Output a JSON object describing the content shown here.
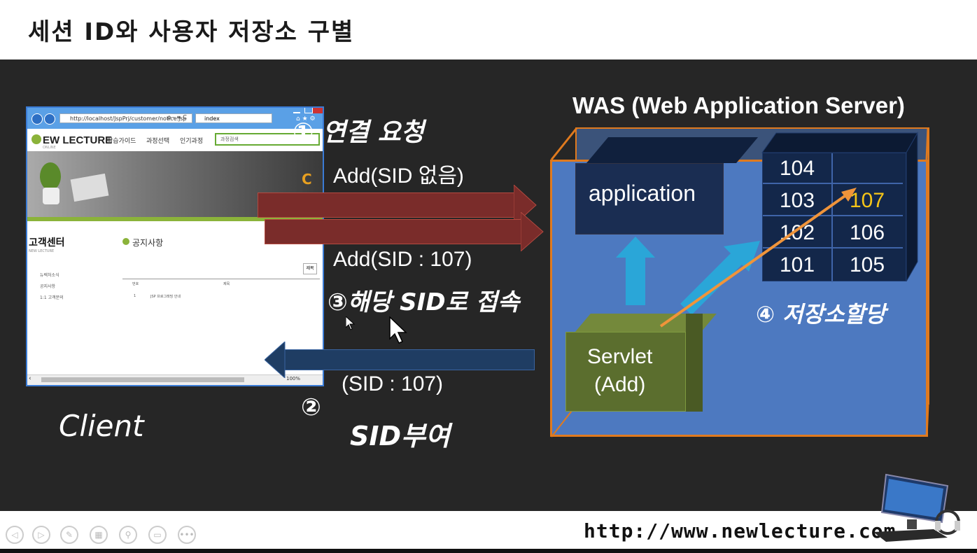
{
  "slide_title": "세션 ID와 사용자 저장소 구별",
  "was_title": "WAS (Web Application Server)",
  "steps": {
    "step1": "① 연결 요청",
    "step2_num": "②",
    "step2": "SID부여",
    "step3": "③해당 SID로 접속",
    "step4": "④ 저장소할당"
  },
  "messages": {
    "request1": "Add(SID 없음)",
    "request2": "Add(SID : 107)",
    "response": "(SID : 107)"
  },
  "client_label": "Client",
  "application_label": "application",
  "servlet_label_1": "Servlet",
  "servlet_label_2": "(Add)",
  "session_grid": {
    "left": [
      "104",
      "103",
      "102",
      "101"
    ],
    "right": [
      "",
      "107",
      "106",
      "105"
    ]
  },
  "browser": {
    "url": "http://localhost/JspPrj/customer/notice.jsp",
    "url_search": "ρ - ≡ C",
    "tab": "index",
    "logo": "EW LECTURE",
    "logo_sub": "ONLINE",
    "menu": [
      "학습가이드",
      "과정선택",
      "인기과정"
    ],
    "search_placeholder": "과정검색",
    "side_title": "고객센터",
    "side_sub": "NEW LECTURE",
    "side_items": [
      "뉴렉처소식",
      "공지사항",
      "1:1 고객문의"
    ],
    "main_title": "공지사항",
    "table_header": [
      "번호",
      "제목"
    ],
    "row_num": "1",
    "row_title": "JSP 프로그래밍 안내",
    "zoom": "100%",
    "filter_btn": "제목"
  },
  "footer_url": "http://www.newlecture.com",
  "colors": {
    "stage_bg": "#262626",
    "arrow_request": "#7a2c2a",
    "arrow_response": "#1f3d63",
    "was_border": "#e07a1e",
    "highlight_107": "#f5c518"
  }
}
